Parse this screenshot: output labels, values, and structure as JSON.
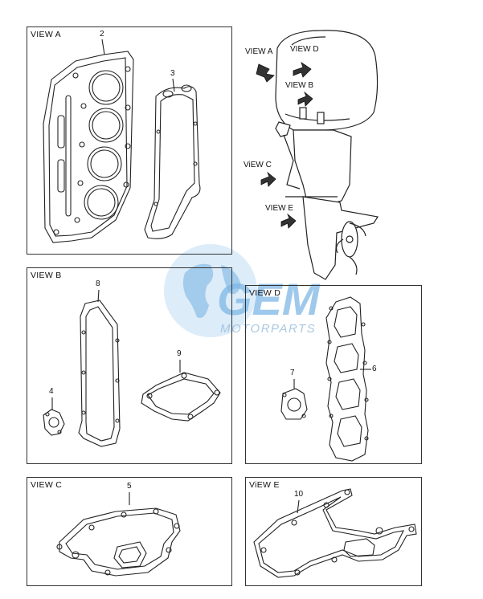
{
  "panels": {
    "view_a": {
      "title": "VIEW A"
    },
    "view_b": {
      "title": "VIEW B"
    },
    "view_c": {
      "title": "VIEW C"
    },
    "view_d": {
      "title": "VIEW D"
    },
    "view_e": {
      "title": "ViEW E"
    }
  },
  "parts": {
    "p2": "2",
    "p3": "3",
    "p4": "4",
    "p5": "5",
    "p6": "6",
    "p7": "7",
    "p8": "8",
    "p9": "9",
    "p10": "10"
  },
  "engine_views": {
    "a": "VIEW A",
    "b": "VIEW B",
    "c": "ViEW C",
    "d": "VIEW D",
    "e": "VIEW E"
  },
  "watermark": {
    "brand": "GEM",
    "sub": "MOTORPARTS",
    "color": "#6aaee0"
  }
}
